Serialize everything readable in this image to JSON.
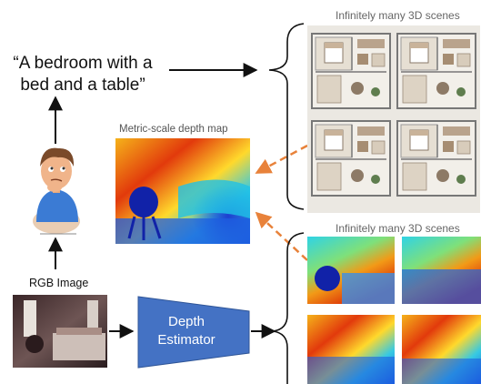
{
  "text_prompt": "“A bedroom with a bed and a table”",
  "depth_map_title": "Metric-scale depth map",
  "rgb_image_label": "RGB Image",
  "scenes_label_top": "Infinitely many 3D scenes",
  "scenes_label_bottom": "Infinitely many 3D scenes",
  "estimator_label": "Depth Estimator",
  "colors": {
    "estimator_fill": "#4472c4",
    "dashed_arrow": "#e8823a",
    "arrow": "#111111",
    "floorplan_bg": "#ece8e1",
    "depth_far": "#d81e05",
    "depth_near": "#0a2aa8"
  },
  "icons": [
    "thinking-person-icon",
    "bedroom-photo",
    "depth-map-image",
    "floorplan-icon",
    "curly-brace"
  ]
}
